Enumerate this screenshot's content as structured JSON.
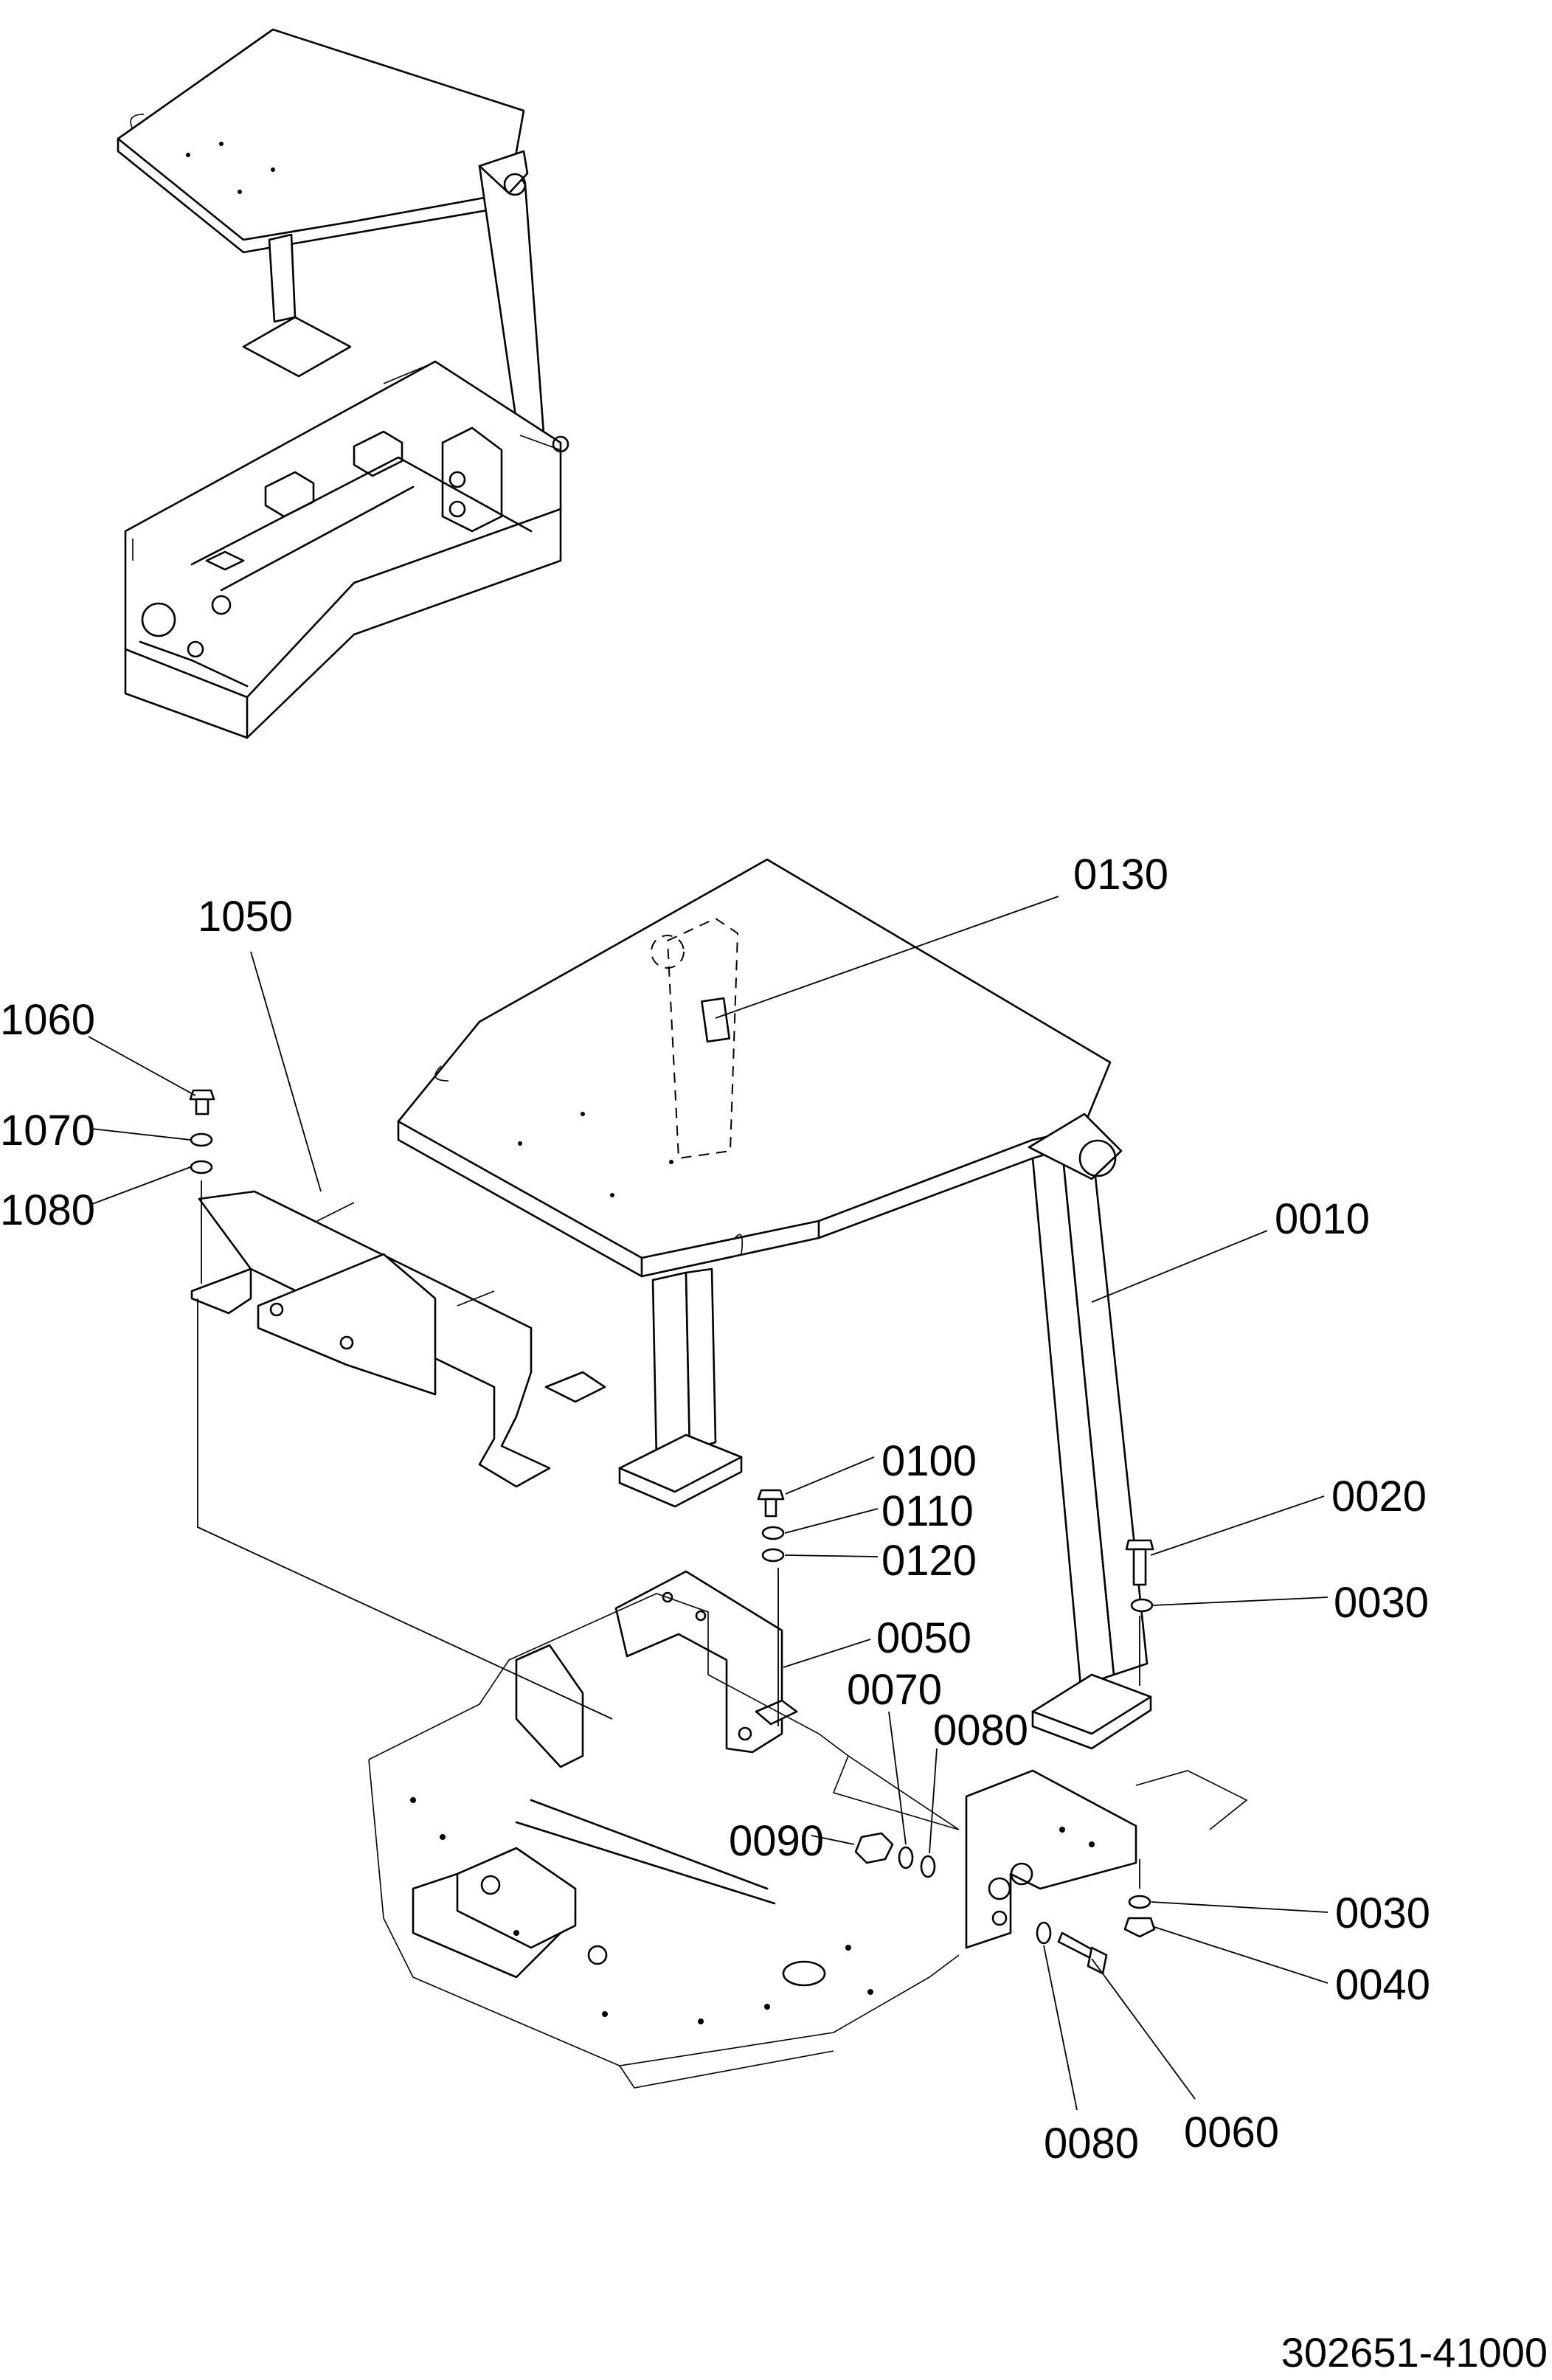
{
  "drawing_number": "302651-41000",
  "callouts": [
    {
      "id": "0130",
      "label": "0130"
    },
    {
      "id": "1050",
      "label": "1050"
    },
    {
      "id": "1060",
      "label": "1060"
    },
    {
      "id": "1070",
      "label": "1070"
    },
    {
      "id": "1080",
      "label": "1080"
    },
    {
      "id": "0010",
      "label": "0010"
    },
    {
      "id": "0100",
      "label": "0100"
    },
    {
      "id": "0110",
      "label": "0110"
    },
    {
      "id": "0120",
      "label": "0120"
    },
    {
      "id": "0020",
      "label": "0020"
    },
    {
      "id": "0030a",
      "label": "0030"
    },
    {
      "id": "0050",
      "label": "0050"
    },
    {
      "id": "0070",
      "label": "0070"
    },
    {
      "id": "0080a",
      "label": "0080"
    },
    {
      "id": "0090",
      "label": "0090"
    },
    {
      "id": "0030b",
      "label": "0030"
    },
    {
      "id": "0040",
      "label": "0040"
    },
    {
      "id": "0080b",
      "label": "0080"
    },
    {
      "id": "0060",
      "label": "0060"
    }
  ]
}
